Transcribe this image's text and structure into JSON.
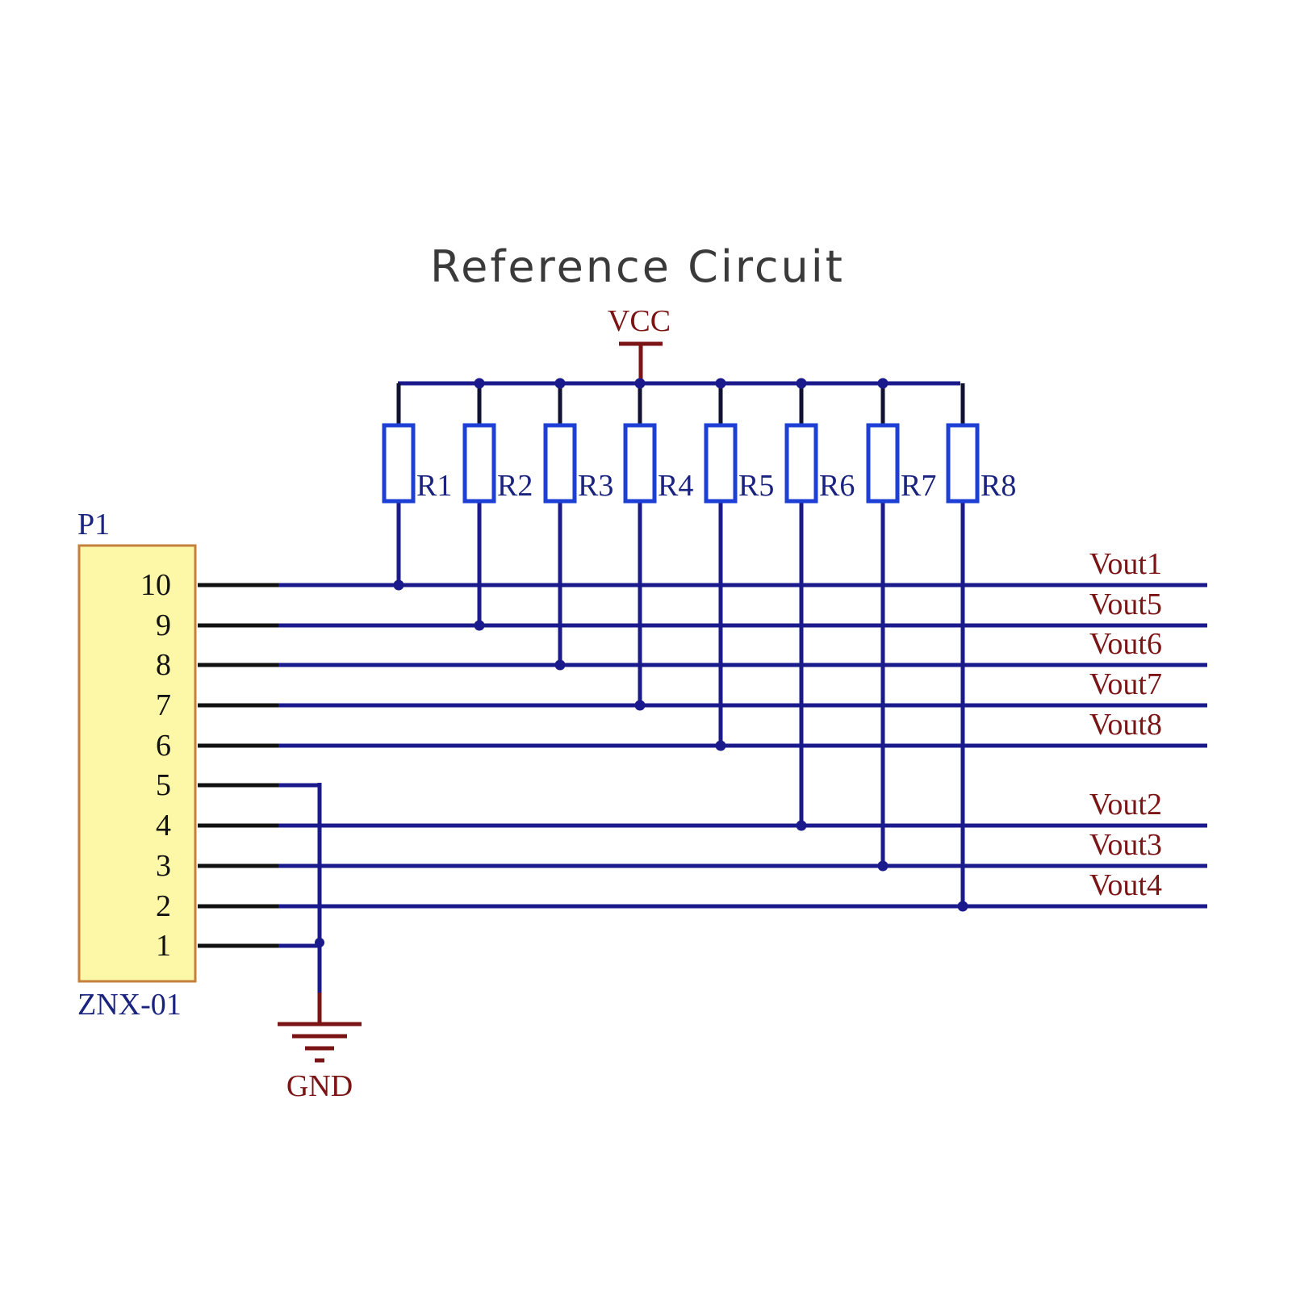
{
  "title": "Reference Circuit",
  "power": {
    "vcc_label": "VCC",
    "gnd_label": "GND"
  },
  "connector": {
    "designator": "P1",
    "part": "ZNX-01",
    "pins": [
      "10",
      "9",
      "8",
      "7",
      "6",
      "5",
      "4",
      "3",
      "2",
      "1"
    ]
  },
  "resistors": [
    "R1",
    "R2",
    "R3",
    "R4",
    "R5",
    "R6",
    "R7",
    "R8"
  ],
  "outputs": [
    "Vout1",
    "Vout5",
    "Vout6",
    "Vout7",
    "Vout8",
    "Vout2",
    "Vout3",
    "Vout4"
  ],
  "colors": {
    "wire": "#1a1a8c",
    "resistor": "#1e3fd6",
    "power": "#7b1515",
    "connector_fill": "#fdf8a8",
    "connector_border": "#c4803c",
    "pin_stub": "#111111"
  }
}
